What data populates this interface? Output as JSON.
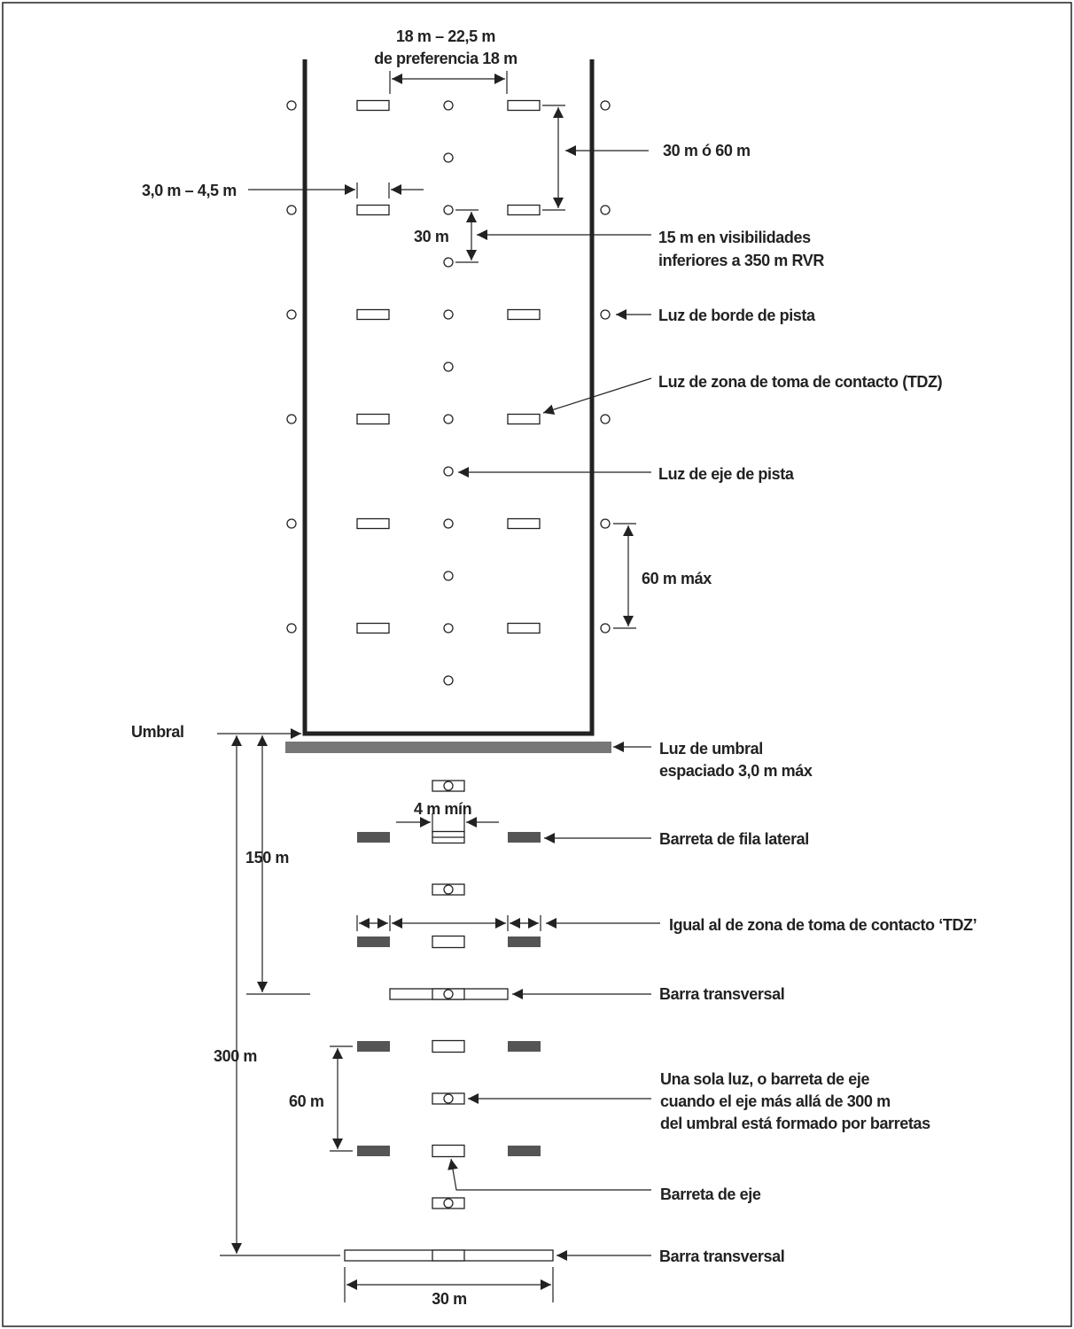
{
  "labels": {
    "width_range": "18 m – 22,5 m",
    "width_pref": "de preferencia 18 m",
    "tdz_long_spacing": "30 m ó 60 m",
    "tdz_bar_length": "3,0 m – 4,5 m",
    "cl_spacing": "30 m",
    "cl_low_vis_1": "15 m en visibilidades",
    "cl_low_vis_2": "inferiores a 350 m RVR",
    "edge_light": "Luz de borde de pista",
    "tdz_light": "Luz de zona de toma de contacto (TDZ)",
    "cl_light": "Luz de eje de pista",
    "edge_spacing": "60 m máx",
    "threshold": "Umbral",
    "threshold_light_1": "Luz de umbral",
    "threshold_light_2": "espaciado 3,0 m máx",
    "min_gap": "4 m mín",
    "side_row": "Barreta de fila lateral",
    "dist_150": "150 m",
    "same_as_tdz": "Igual al de zona de toma de contacto ‘TDZ’",
    "crossbar_1": "Barra transversal",
    "dist_300": "300 m",
    "dist_60": "60 m",
    "single_light_1": "Una sola luz, o barreta de eje",
    "single_light_2": "cuando el eje más allá de 300 m",
    "single_light_3": "del umbral está formado por barretas",
    "cl_barrette": "Barreta de eje",
    "crossbar_2": "Barra transversal",
    "crossbar_width": "30 m"
  }
}
